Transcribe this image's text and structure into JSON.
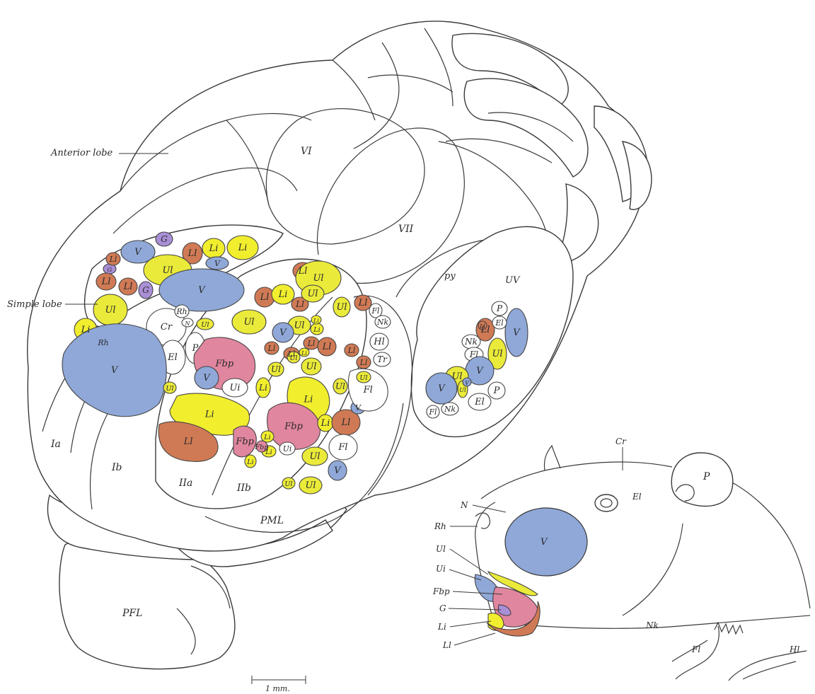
{
  "colors": {
    "V": "#8fa8d8",
    "Ul": "#eaea3a",
    "Li": "#f1ee2e",
    "Ll": "#d07a55",
    "Fbp": "#e0869e",
    "G": "#a98fd6",
    "neutral": "#ffffff"
  },
  "brain": {
    "lobules": [
      "Anterior lobe",
      "Simple lobe",
      "VI",
      "VII",
      "py",
      "UV",
      "Ia",
      "Ib",
      "IIa",
      "IIb",
      "PML",
      "PFL"
    ],
    "scale_bar": "1 mm."
  },
  "patches": [
    {
      "label": "V",
      "color": "V"
    },
    {
      "label": "G",
      "color": "G"
    },
    {
      "label": "G",
      "color": "G"
    },
    {
      "label": "G",
      "color": "G"
    },
    {
      "label": "Ll",
      "color": "Ll"
    },
    {
      "label": "Ll",
      "color": "Ll"
    },
    {
      "label": "Ll",
      "color": "Ll"
    },
    {
      "label": "Ll",
      "color": "Ll"
    },
    {
      "label": "Li",
      "color": "Li"
    },
    {
      "label": "Li",
      "color": "Li"
    },
    {
      "label": "V",
      "color": "V"
    },
    {
      "label": "Ul",
      "color": "Ul"
    },
    {
      "label": "V",
      "color": "V"
    },
    {
      "label": "Ul",
      "color": "Ul"
    },
    {
      "label": "Li",
      "color": "Li"
    },
    {
      "label": "Rh",
      "color": "neutral"
    },
    {
      "label": "Cr",
      "color": "neutral"
    },
    {
      "label": "Rh",
      "color": "neutral"
    },
    {
      "label": "N",
      "color": "neutral"
    },
    {
      "label": "Ul",
      "color": "Ul"
    },
    {
      "label": "P",
      "color": "neutral"
    },
    {
      "label": "El",
      "color": "neutral"
    },
    {
      "label": "V",
      "color": "V"
    },
    {
      "label": "Ul",
      "color": "Ul"
    },
    {
      "label": "Fbp",
      "color": "Fbp"
    },
    {
      "label": "V",
      "color": "V"
    },
    {
      "label": "Ui",
      "color": "neutral"
    },
    {
      "label": "Li",
      "color": "Li"
    },
    {
      "label": "Li",
      "color": "Li"
    },
    {
      "label": "Ll",
      "color": "Ll"
    },
    {
      "label": "Ll",
      "color": "Ll"
    },
    {
      "label": "Ul",
      "color": "Ul"
    },
    {
      "label": "Ll",
      "color": "Ll"
    },
    {
      "label": "Ll",
      "color": "Ll"
    },
    {
      "label": "Li",
      "color": "Li"
    },
    {
      "label": "Ul",
      "color": "Ul"
    },
    {
      "label": "Ul",
      "color": "Ul"
    },
    {
      "label": "Ul",
      "color": "Ul"
    },
    {
      "label": "Ll",
      "color": "Ll"
    },
    {
      "label": "V",
      "color": "V"
    },
    {
      "label": "Ll",
      "color": "Ll"
    },
    {
      "label": "Li",
      "color": "Li"
    },
    {
      "label": "Ll",
      "color": "Ll"
    },
    {
      "label": "Ul",
      "color": "Ul"
    },
    {
      "label": "Li",
      "color": "Li"
    },
    {
      "label": "Fbp",
      "color": "Fbp"
    },
    {
      "label": "Li",
      "color": "Li"
    },
    {
      "label": "Fbp",
      "color": "Fbp"
    },
    {
      "label": "Li",
      "color": "Li"
    },
    {
      "label": "Fbp",
      "color": "Fbp"
    },
    {
      "label": "Li",
      "color": "Li"
    },
    {
      "label": "Ui",
      "color": "neutral"
    },
    {
      "label": "Ul",
      "color": "Ul"
    },
    {
      "label": "Ul",
      "color": "Ul"
    },
    {
      "label": "Li",
      "color": "Li"
    },
    {
      "label": "Ul",
      "color": "Ul"
    },
    {
      "label": "Ul",
      "color": "Ul"
    },
    {
      "label": "V",
      "color": "V"
    },
    {
      "label": "Ll",
      "color": "Ll"
    },
    {
      "label": "Ll",
      "color": "Ll"
    },
    {
      "label": "Ul",
      "color": "Ul"
    },
    {
      "label": "Ll",
      "color": "Ll"
    },
    {
      "label": "Ll",
      "color": "Ll"
    },
    {
      "label": "Ll",
      "color": "Ll"
    },
    {
      "label": "Ul",
      "color": "Ul"
    },
    {
      "label": "V",
      "color": "V"
    },
    {
      "label": "Fl",
      "color": "neutral"
    },
    {
      "label": "Nk",
      "color": "neutral"
    },
    {
      "label": "Hl",
      "color": "neutral"
    },
    {
      "label": "Tr",
      "color": "neutral"
    },
    {
      "label": "Fl",
      "color": "neutral"
    },
    {
      "label": "Fl",
      "color": "neutral"
    },
    {
      "label": "Ul",
      "color": "Ul"
    },
    {
      "label": "Ul",
      "color": "Ul"
    },
    {
      "label": "Li",
      "color": "Li"
    },
    {
      "label": "Li",
      "color": "Li"
    },
    {
      "label": "Ll",
      "color": "Ll"
    },
    {
      "label": "Ul",
      "color": "Ul"
    },
    {
      "label": "V",
      "color": "V"
    },
    {
      "label": "P",
      "color": "neutral"
    },
    {
      "label": "El",
      "color": "neutral"
    },
    {
      "label": "Nk",
      "color": "neutral"
    },
    {
      "label": "Fl",
      "color": "neutral"
    },
    {
      "label": "Ll",
      "color": "Ll"
    },
    {
      "label": "V",
      "color": "V"
    },
    {
      "label": "Ul",
      "color": "Ul"
    },
    {
      "label": "V",
      "color": "V"
    },
    {
      "label": "Ul",
      "color": "Ul"
    },
    {
      "label": "V",
      "color": "V"
    },
    {
      "label": "P",
      "color": "neutral"
    },
    {
      "label": "El",
      "color": "neutral"
    },
    {
      "label": "Fl",
      "color": "neutral"
    },
    {
      "label": "Nk",
      "color": "neutral"
    }
  ],
  "rat": {
    "labels": [
      "Cr",
      "El",
      "P",
      "N",
      "Rh",
      "Ul",
      "Ui",
      "Fbp",
      "G",
      "Li",
      "Ll",
      "V",
      "Nk",
      "Fl",
      "Hl"
    ]
  }
}
